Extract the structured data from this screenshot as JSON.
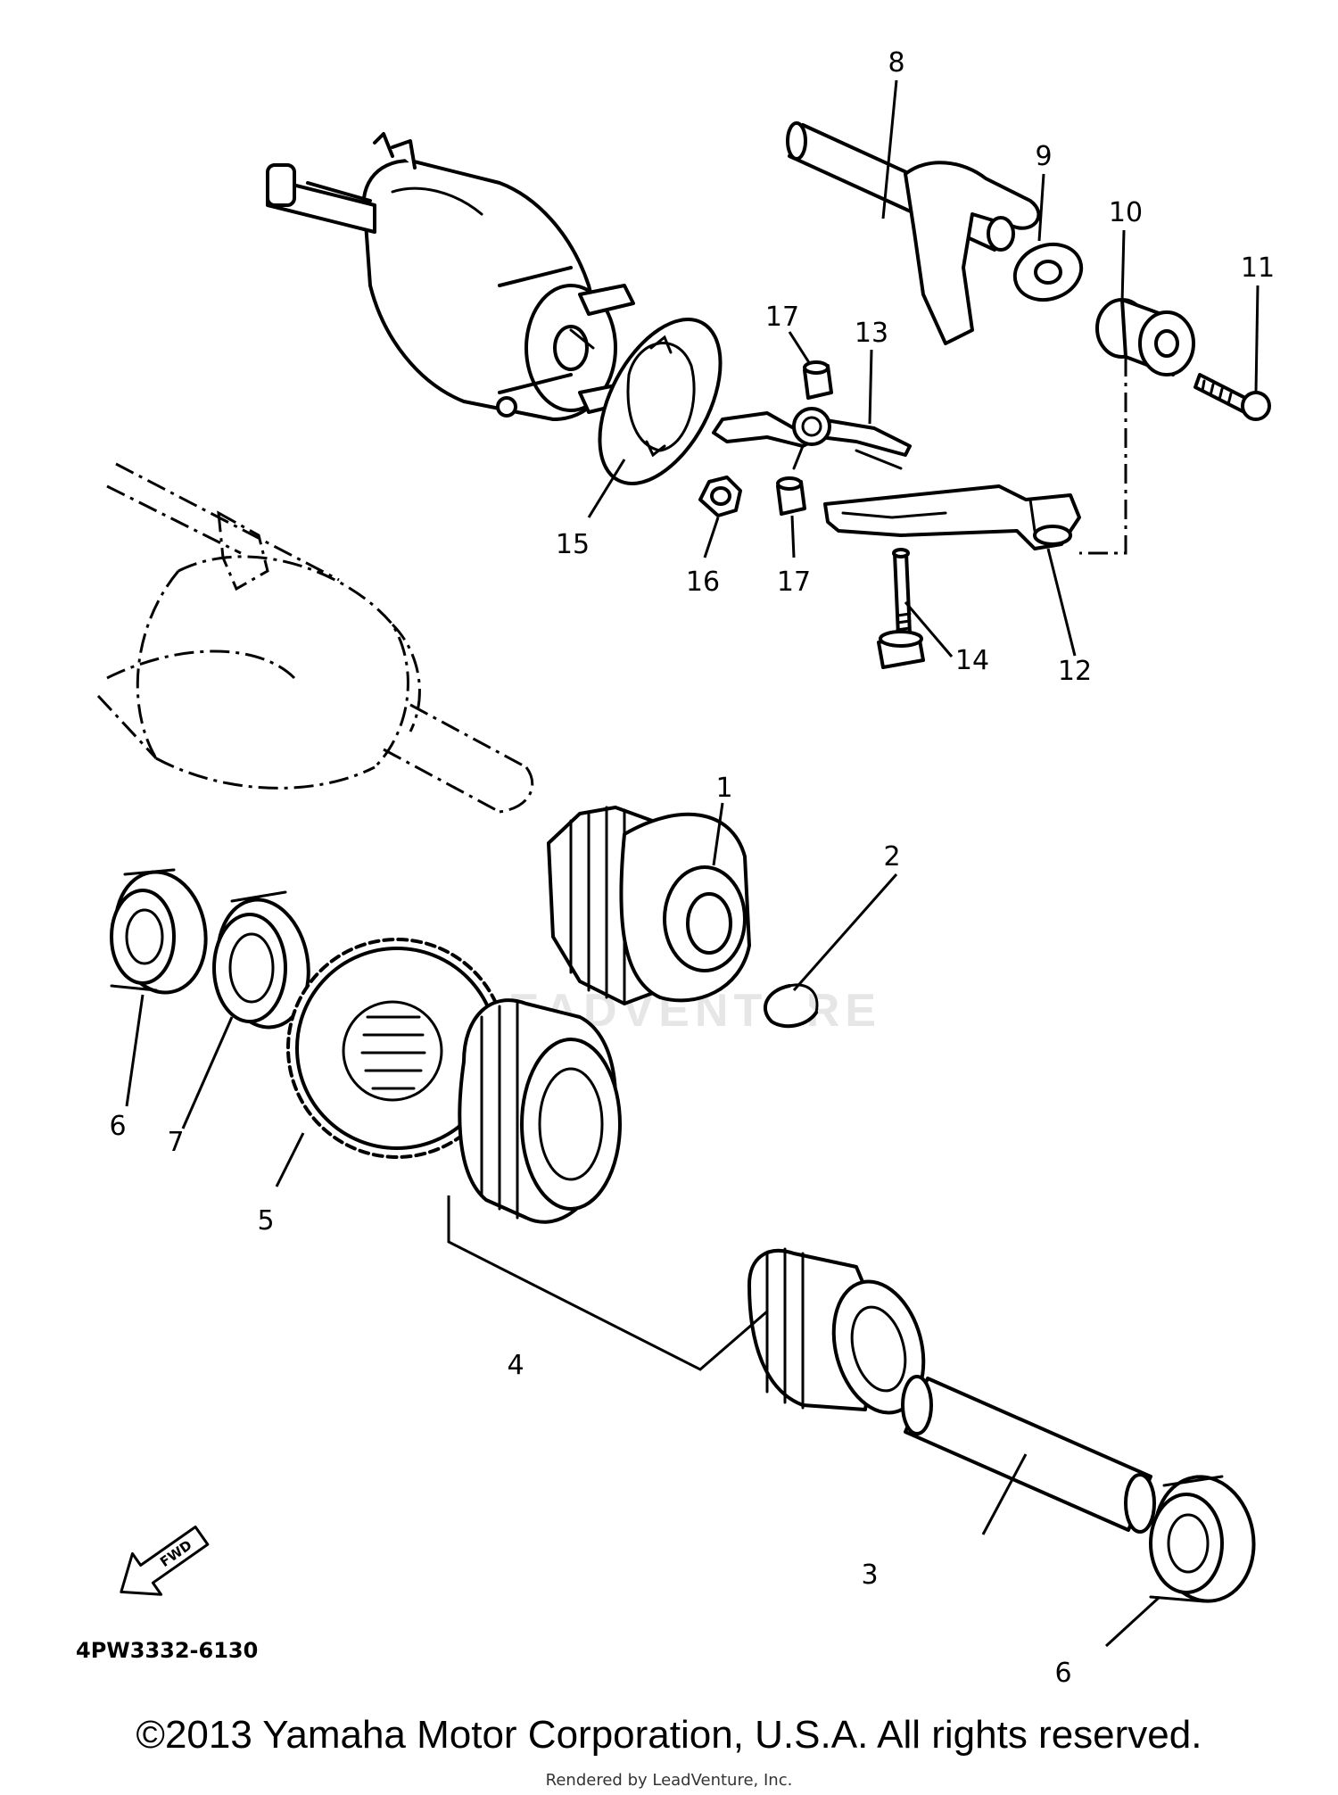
{
  "diagram": {
    "watermark": "LEADVENTURE",
    "fwd_label": "FWD",
    "diagram_code": "4PW3332-6130",
    "copyright": "©2013 Yamaha Motor Corporation, U.S.A. All rights reserved.",
    "rendered_by": "Rendered by LeadVenture, Inc.",
    "callouts": [
      {
        "id": "c1",
        "text": "1"
      },
      {
        "id": "c2",
        "text": "2"
      },
      {
        "id": "c3",
        "text": "3"
      },
      {
        "id": "c4",
        "text": "4"
      },
      {
        "id": "c5",
        "text": "5"
      },
      {
        "id": "c6a",
        "text": "6"
      },
      {
        "id": "c6b",
        "text": "6"
      },
      {
        "id": "c7",
        "text": "7"
      },
      {
        "id": "c8",
        "text": "8"
      },
      {
        "id": "c9",
        "text": "9"
      },
      {
        "id": "c10",
        "text": "10"
      },
      {
        "id": "c11",
        "text": "11"
      },
      {
        "id": "c12",
        "text": "12"
      },
      {
        "id": "c13",
        "text": "13"
      },
      {
        "id": "c14",
        "text": "14"
      },
      {
        "id": "c15",
        "text": "15"
      },
      {
        "id": "c16",
        "text": "16"
      },
      {
        "id": "c17a",
        "text": "17"
      },
      {
        "id": "c17b",
        "text": "17"
      }
    ]
  }
}
